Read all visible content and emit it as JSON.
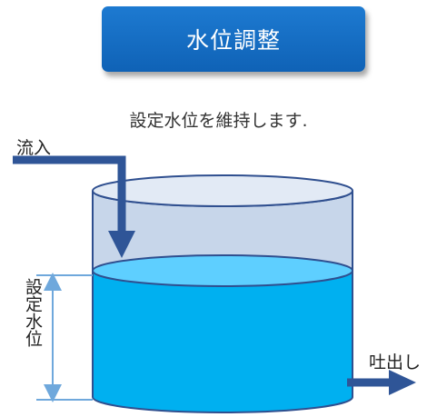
{
  "title": "水位調整",
  "subtitle": "設定水位を維持します.",
  "labels": {
    "inflow": "流入",
    "outflow": "吐出し",
    "set_level": "設定水位"
  },
  "colors": {
    "title_bg": "#1168c4",
    "water": "#00b0f0",
    "water_surface": "#5ecfff",
    "tank_empty": "#c7d6ea",
    "tank_top": "#e2eaf5",
    "outline": "#2f4f8f",
    "arrow": "#2f5597",
    "dimension": "#6fa8dc"
  }
}
